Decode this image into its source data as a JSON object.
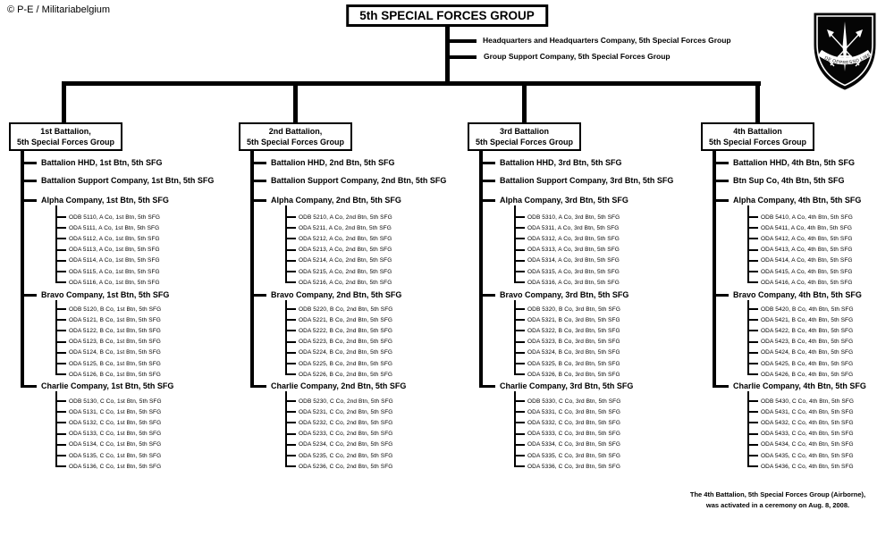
{
  "copyright": "© P-E / Militariabelgium",
  "title": "5th SPECIAL FORCES GROUP",
  "group_units": [
    "Headquarters and Headquarters Company,  5th Special Forces Group",
    "Group Support Company,  5th Special Forces Group"
  ],
  "insignia": {
    "name": "5th-sfg-beret-flash",
    "motto": "DE OPPRESSO LIBER",
    "flash_color": "#000000"
  },
  "battalions": [
    {
      "box": [
        "1st Battalion,",
        "5th Special Forces Group"
      ],
      "units": [
        {
          "label": "Battalion HHD, 1st Btn, 5th SFG"
        },
        {
          "label": "Battalion  Support Company, 1st Btn, 5th SFG"
        },
        {
          "label": "Alpha Company, 1st Btn, 5th SFG",
          "teams": [
            "ODB 5110, A Co, 1st Btn, 5th SFG",
            "ODA 5111, A Co, 1st Btn, 5th SFG",
            "ODA 5112, A Co, 1st Btn, 5th SFG",
            "ODA 5113, A Co, 1st Btn, 5th SFG",
            "ODA 5114, A Co, 1st Btn, 5th SFG",
            "ODA 5115, A Co, 1st Btn, 5th SFG",
            "ODA 5116, A Co, 1st Btn, 5th SFG"
          ]
        },
        {
          "label": "Bravo Company, 1st Btn, 5th SFG",
          "teams": [
            "ODB 5120, B Co, 1st Btn, 5th SFG",
            "ODA 5121, B Co, 1st Btn, 5th SFG",
            "ODA 5122, B Co, 1st Btn, 5th SFG",
            "ODA 5123, B Co, 1st Btn, 5th SFG",
            "ODA 5124, B Co, 1st Btn, 5th SFG",
            "ODA 5125, B Co, 1st Btn, 5th SFG",
            "ODA 5126, B Co, 1st Btn, 5th SFG"
          ]
        },
        {
          "label": "Charlie Company, 1st Btn, 5th SFG",
          "teams": [
            "ODB 5130, C Co, 1st Btn, 5th SFG",
            "ODA 5131, C Co, 1st Btn, 5th SFG",
            "ODA 5132, C Co, 1st Btn, 5th SFG",
            "ODA 5133, C Co, 1st Btn, 5th SFG",
            "ODA 5134, C Co, 1st Btn, 5th SFG",
            "ODA 5135, C Co, 1st Btn, 5th SFG",
            "ODA 5136, C Co, 1st Btn, 5th SFG"
          ]
        }
      ]
    },
    {
      "box": [
        "2nd Battalion,",
        "5th Special Forces Group"
      ],
      "units": [
        {
          "label": "Battalion HHD, 2nd Btn, 5th SFG"
        },
        {
          "label": "Battalion  Support Company, 2nd Btn, 5th SFG"
        },
        {
          "label": "Alpha Company, 2nd Btn, 5th SFG",
          "teams": [
            "ODB 5210, A Co, 2nd Btn, 5th SFG",
            "ODA 5211, A Co, 2nd Btn, 5th SFG",
            "ODA 5212, A Co, 2nd Btn, 5th SFG",
            "ODA 5213, A Co, 2nd Btn, 5th SFG",
            "ODA 5214, A Co, 2nd Btn, 5th SFG",
            "ODA 5215, A Co, 2nd Btn, 5th SFG",
            "ODA 5216, A Co, 2nd Btn, 5th SFG"
          ]
        },
        {
          "label": "Bravo Company, 2nd Btn, 5th SFG",
          "teams": [
            "ODB 5220, B Co, 2nd Btn, 5th SFG",
            "ODA 5221, B Co, 2nd Btn, 5th SFG",
            "ODA 5222, B Co, 2nd Btn, 5th SFG",
            "ODA 5223, B Co, 2nd Btn, 5th SFG",
            "ODA 5224, B Co, 2nd Btn, 5th SFG",
            "ODA 5225, B Co, 2nd Btn, 5th SFG",
            "ODA 5226, B Co, 2nd Btn, 5th SFG"
          ]
        },
        {
          "label": "Charlie Company, 2nd Btn, 5th SFG",
          "teams": [
            "ODB 5230, C Co, 2nd Btn, 5th SFG",
            "ODA 5231, C Co, 2nd Btn, 5th SFG",
            "ODA 5232, C Co, 2nd Btn, 5th SFG",
            "ODA 5233, C Co, 2nd Btn, 5th SFG",
            "ODA 5234, C Co, 2nd Btn, 5th SFG",
            "ODA 5235, C Co, 2nd Btn, 5th SFG",
            "ODA 5236, C Co, 2nd Btn, 5th SFG"
          ]
        }
      ]
    },
    {
      "box": [
        "3rd Battalion",
        "5th Special Forces Group"
      ],
      "units": [
        {
          "label": "Battalion HHD,  3rd Btn, 5th SFG"
        },
        {
          "label": "Battalion  Support Company, 3rd Btn,  5th SFG"
        },
        {
          "label": "Alpha Company, 3rd Btn, 5th SFG",
          "teams": [
            "ODB 5310, A Co, 3rd Btn, 5th SFG",
            "ODA 5311, A Co, 3rd Btn, 5th SFG",
            "ODA 5312, A Co, 3rd Btn, 5th SFG",
            "ODA 5313, A Co, 3rd Btn, 5th SFG",
            "ODA 5314, A Co, 3rd Btn, 5th SFG",
            "ODA 5315, A Co, 3rd Btn, 5th SFG",
            "ODA 5316, A Co, 3rd Btn, 5th SFG"
          ]
        },
        {
          "label": "Bravo Company, 3rd Btn, 5th SFG",
          "teams": [
            "ODB 5320, B Co, 3rd Btn, 5th SFG",
            "ODA 5321, B Co, 3rd Btn, 5th SFG",
            "ODA 5322, B Co, 3rd Btn, 5th SFG",
            "ODA 5323, B Co, 3rd Btn, 5th SFG",
            "ODA 5324, B Co, 3rd Btn, 5th SFG",
            "ODA 5325, B Co, 3rd Btn, 5th SFG",
            "ODA 5326, B Co, 3rd Btn, 5th SFG"
          ]
        },
        {
          "label": "Charlie Company, 3rd Btn, 5th SFG",
          "teams": [
            "ODB 5330, C Co, 3rd Btn, 5th SFG",
            "ODA 5331, C Co, 3rd Btn, 5th SFG",
            "ODA 5332, C Co, 3rd Btn, 5th SFG",
            "ODA 5333, C Co, 3rd Btn, 5th SFG",
            "ODA 5334, C Co, 3rd Btn, 5th SFG",
            "ODA 5335, C Co, 3rd Btn, 5th SFG",
            "ODA 5336, C Co, 3rd Btn, 5th SFG"
          ]
        }
      ]
    },
    {
      "box": [
        "4th Battalion",
        "5th Special Forces Group"
      ],
      "units": [
        {
          "label": "Battalion HHD, 4th Btn, 5th SFG"
        },
        {
          "label": "Btn  Sup Co, 4th Btn, 5th SFG"
        },
        {
          "label": "Alpha Company, 4th Btn, 5th SFG",
          "teams": [
            "ODB 5410, A Co, 4th Btn, 5th SFG",
            "ODA 5411, A Co, 4th Btn, 5th SFG",
            "ODA 5412, A Co, 4th Btn, 5th SFG",
            "ODA 5413, A Co, 4th Btn, 5th SFG",
            "ODA 5414, A Co, 4th Btn, 5th SFG",
            "ODA 5415, A Co, 4th Btn, 5th SFG",
            "ODA 5416, A Co, 4th Btn, 5th SFG"
          ]
        },
        {
          "label": "Bravo Company, 4th Btn, 5th SFG",
          "teams": [
            "ODB 5420, B Co, 4th Btn, 5th SFG",
            "ODA 5421, B Co, 4th Btn, 5th SFG",
            "ODA 5422, B Co, 4th Btn, 5th SFG",
            "ODA 5423, B Co, 4th Btn, 5th SFG",
            "ODA 5424, B Co, 4th Btn, 5th SFG",
            "ODA 5425, B Co, 4th Btn, 5th SFG",
            "ODA 5426, B Co, 4th Btn, 5th SFG"
          ]
        },
        {
          "label": "Charlie Company, 4th Btn, 5th SFG",
          "teams": [
            "ODB 5430, C Co, 4th Btn, 5th SFG",
            "ODA 5431, C Co, 4th Btn, 5th SFG",
            "ODA 5432, C Co, 4th Btn, 5th SFG",
            "ODA 5433, C Co, 4th Btn, 5th SFG",
            "ODA 5434, C Co, 4th Btn, 5th SFG",
            "ODA 5435, C Co, 4th Btn, 5th SFG",
            "ODA 5436, C Co, 4th Btn, 5th SFG"
          ]
        }
      ]
    }
  ],
  "note": [
    "The 4th Battalion, 5th Special Forces Group (Airborne),",
    "was activated in a ceremony on Aug. 8, 2008."
  ]
}
